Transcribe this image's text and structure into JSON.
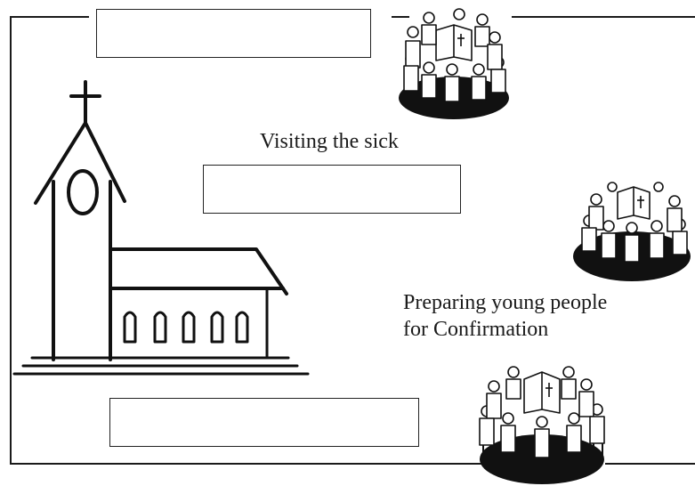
{
  "worksheet": {
    "captions": {
      "visiting": "Visiting the sick",
      "preparing_line1": "Preparing young people",
      "preparing_line2": "for Confirmation"
    },
    "answer_boxes": [
      {
        "name": "top",
        "value": ""
      },
      {
        "name": "middle",
        "value": ""
      },
      {
        "name": "bottom",
        "value": ""
      }
    ],
    "illustrations": {
      "church": "church-drawing",
      "groups": [
        "people-reading-circle-top",
        "people-reading-circle-middle",
        "people-reading-circle-bottom"
      ]
    },
    "colors": {
      "ink": "#1a1a1a",
      "paper": "#ffffff"
    }
  }
}
